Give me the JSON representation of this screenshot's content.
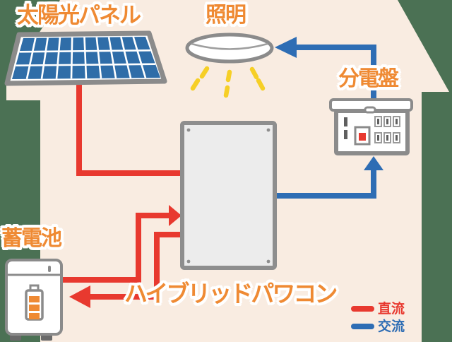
{
  "diagram": {
    "title_context": "Solar + storage battery home energy flow diagram",
    "labels": {
      "solar_panel": "太陽光パネル",
      "lighting": "照明",
      "distribution_board": "分電盤",
      "storage_battery": "蓄電池",
      "hybrid_power_conditioner": "ハイブリッドパワコン"
    },
    "legend": {
      "dc_label": "直流",
      "ac_label": "交流"
    },
    "flows": [
      {
        "from": "太陽光パネル",
        "to": "ハイブリッドパワコン",
        "current": "直流"
      },
      {
        "from": "蓄電池",
        "to": "ハイブリッドパワコン",
        "current": "直流"
      },
      {
        "from": "ハイブリッドパワコン",
        "to": "蓄電池",
        "current": "直流"
      },
      {
        "from": "ハイブリッドパワコン",
        "to": "分電盤",
        "current": "交流"
      },
      {
        "from": "分電盤",
        "to": "照明",
        "current": "交流"
      }
    ],
    "colors": {
      "dc_red": "#e8392f",
      "ac_blue": "#2e6db4",
      "label_orange": "#ef8a33",
      "house_fill": "#f9ece1",
      "outside_background": "#4b7154",
      "panel_cell_blue": "#2f6da8",
      "outline_gray": "#8b8b8b",
      "light_ray_yellow": "#f6cf26",
      "breaker_red": "#e8392f"
    }
  }
}
